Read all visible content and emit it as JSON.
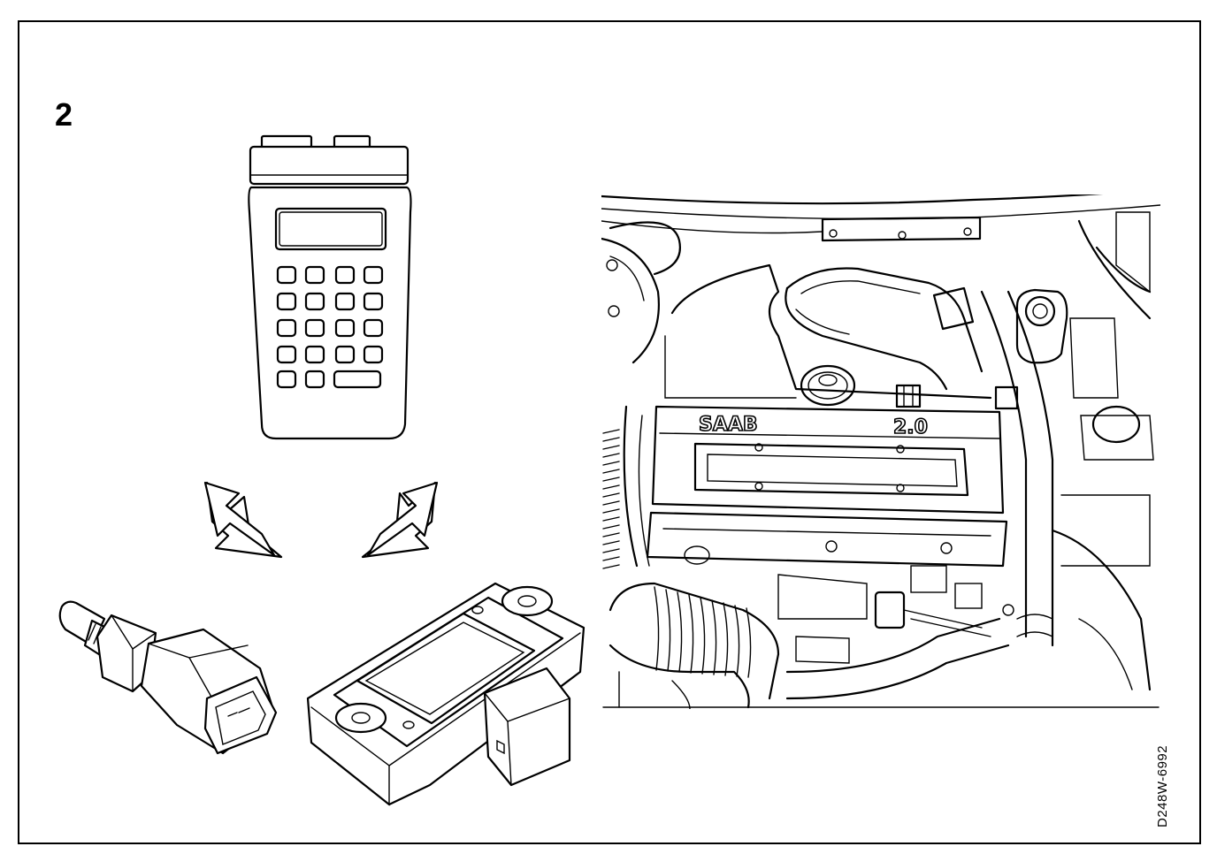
{
  "step_number": "2",
  "drawing_code": "D248W-6992",
  "engine_cover_brand": "SAAB",
  "engine_cover_displacement": "2.0",
  "icons": [
    "diagnostic-tester-icon",
    "arrow-down-right-icon",
    "arrow-down-left-icon",
    "temperature-sensor-icon",
    "pressure-sensor-icon",
    "engine-bay-icon"
  ]
}
